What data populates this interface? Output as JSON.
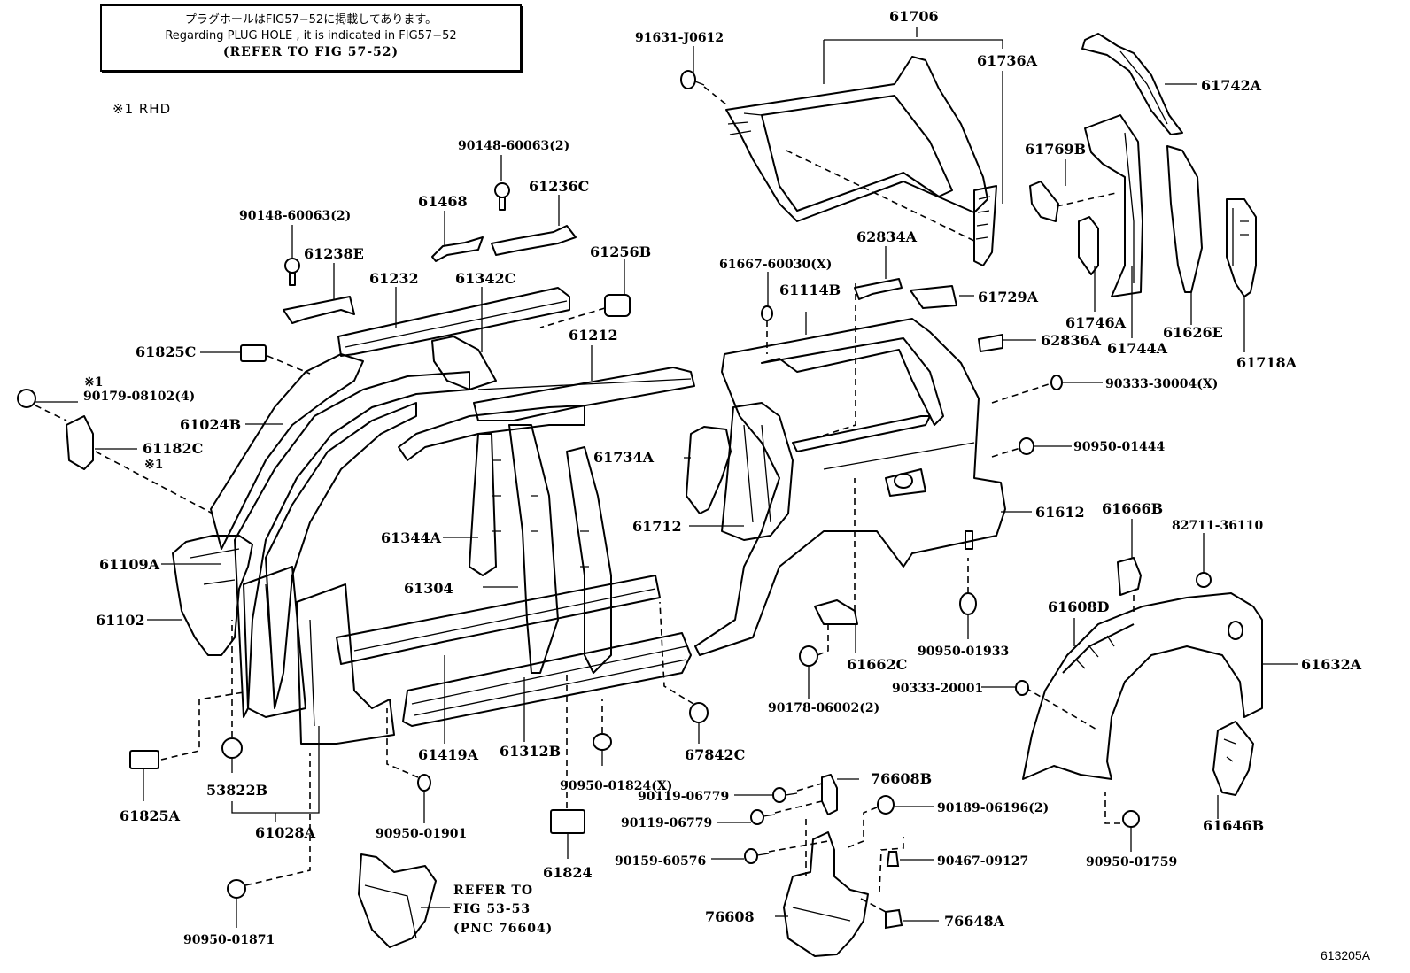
{
  "notice": {
    "line_jp": "プラグホールはFIG57−52に掲載してあります。",
    "line_en": "Regarding PLUG HOLE , it is indicated in FIG57−52",
    "line_ref": "(REFER TO FIG 57-52)"
  },
  "footnote": "※1 RHD",
  "figure_id": "613205A",
  "callouts": {
    "c61706": "61706",
    "c91631_J0612": "91631-J0612",
    "c61736A": "61736A",
    "c61742A": "61742A",
    "c61769B": "61769B",
    "c90148_60063_b": "90148-60063(2)",
    "c61236C": "61236C",
    "c61468": "61468",
    "c90148_60063_a": "90148-60063(2)",
    "c61238E": "61238E",
    "c61232": "61232",
    "c61342C": "61342C",
    "c61256B": "61256B",
    "c61825C": "61825C",
    "c61212": "61212",
    "rhd_mark_1": "※1",
    "c90179_08102": "90179-08102(4)",
    "c61024B": "61024B",
    "c61182C": "61182C",
    "rhd_mark_2": "※1",
    "c62834A": "62834A",
    "c61667_60030": "61667-60030(X)",
    "c61114B": "61114B",
    "c61729A": "61729A",
    "c62836A": "62836A",
    "c61746A": "61746A",
    "c61744A": "61744A",
    "c61626E": "61626E",
    "c61718A": "61718A",
    "c90333_30004": "90333-30004(X)",
    "c90950_01444": "90950-01444",
    "c61734A": "61734A",
    "c61612": "61612",
    "c61712": "61712",
    "c61344A": "61344A",
    "c61109A": "61109A",
    "c61304": "61304",
    "c61102": "61102",
    "c61666B": "61666B",
    "c82711_36110": "82711-36110",
    "c61608D": "61608D",
    "c90950_01933": "90950-01933",
    "c61662C": "61662C",
    "c61632A": "61632A",
    "c90333_20001": "90333-20001",
    "c90178_06002": "90178-06002(2)",
    "c61419A": "61419A",
    "c61312B": "61312B",
    "c67842C": "67842C",
    "c90950_01824": "90950-01824(X)",
    "c61825A": "61825A",
    "c53822B": "53822B",
    "c61028A": "61028A",
    "c90950_01901": "90950-01901",
    "c61824": "61824",
    "c76608B": "76608B",
    "c90119_06779_a": "90119-06779",
    "c90119_06779_b": "90119-06779",
    "c90189_06196": "90189-06196(2)",
    "c90159_60576": "90159-60576",
    "c90467_09127": "90467-09127",
    "c61646B": "61646B",
    "c90950_01759": "90950-01759",
    "c76608": "76608",
    "c76648A": "76648A",
    "c90950_01871": "90950-01871",
    "refer_1": "REFER TO",
    "refer_2": "FIG 53-53",
    "refer_3": "(PNC 76604)"
  }
}
